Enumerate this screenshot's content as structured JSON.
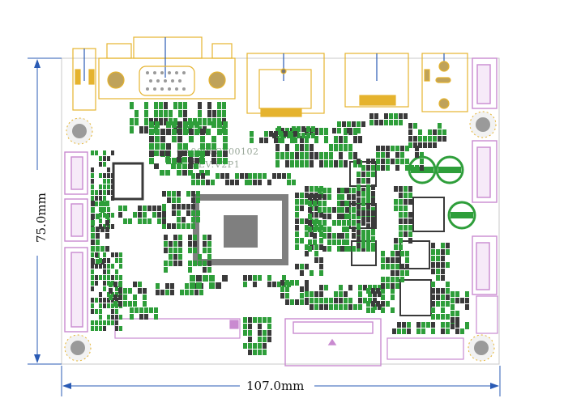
{
  "dimensions": {
    "width_label": "107.0mm",
    "height_label": "75.0mm"
  },
  "silkscreen": {
    "part_number": "CA0006CY00102",
    "revision": "REV:V2P1"
  },
  "colors": {
    "outline": "#c9c9c9",
    "pad_green": "#2e9e3a",
    "pad_dark": "#3a3a3a",
    "connector_magenta": "#c98ad0",
    "connector_gold": "#e5b32e",
    "dimension_blue": "#2a5bb5",
    "ic_gray": "#7f7f7f"
  },
  "icons": [
    "mounting-hole-icon",
    "arrow-left-icon",
    "arrow-right-icon",
    "arrow-up-icon",
    "arrow-down-icon"
  ]
}
